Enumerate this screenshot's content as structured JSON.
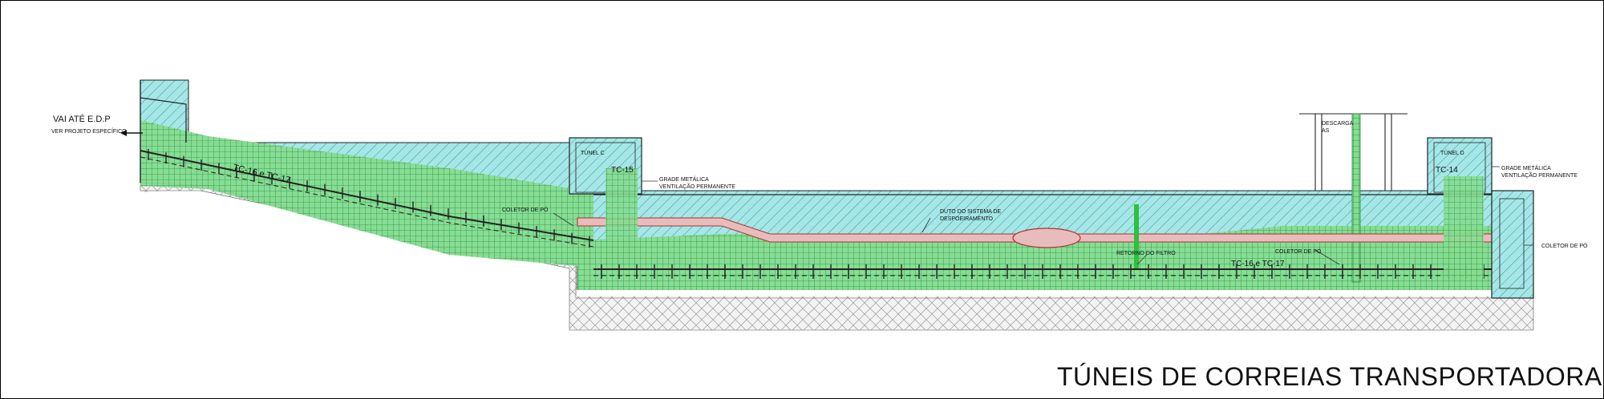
{
  "title": "TÚNEIS DE CORREIAS TRANSPORTADORAS",
  "labels": {
    "vai_ate": "VAI ATÉ E.D.P",
    "ver_projeto": "VER PROJETO ESPECÍFICO",
    "tunel_c": "TÚNEL C",
    "tunel_d": "TÚNEL D",
    "tc15": "TC-15",
    "tc14": "TC-14",
    "grade_1": "GRADE METÁLICA",
    "vent_1": "VENTILAÇÃO PERMANENTE",
    "grade_2": "GRADE METÁLICA",
    "vent_2": "VENTILAÇÃO PERMANENTE",
    "descarga_1": "DESCARGA",
    "descarga_2": "AS",
    "tc16_17_upper": "TC-16 e TC-17",
    "tc16_17_lower": "TC-16 e TC-17",
    "coletor_1": "COLETOR DE PÓ",
    "coletor_2": "COLETOR DE PÓ",
    "coletor_3": "COLETOR DE PÓ",
    "duto_1": "DUTO DO SISTEMA DE",
    "duto_2": "DESPOEIRAMENTO",
    "retorno": "RETORNO DO FILTRO"
  },
  "colors": {
    "cyan_fill": "#9fe3e3",
    "hatch": "#2a9a9a",
    "green_zone": "#7fd88a",
    "green_grid": "#1f8a3a",
    "ground": "#f4f4f4",
    "ground_hatch": "#9a9a9a",
    "duct": "#d9a0a0",
    "duct_line": "#b03030",
    "outline": "#222222"
  }
}
